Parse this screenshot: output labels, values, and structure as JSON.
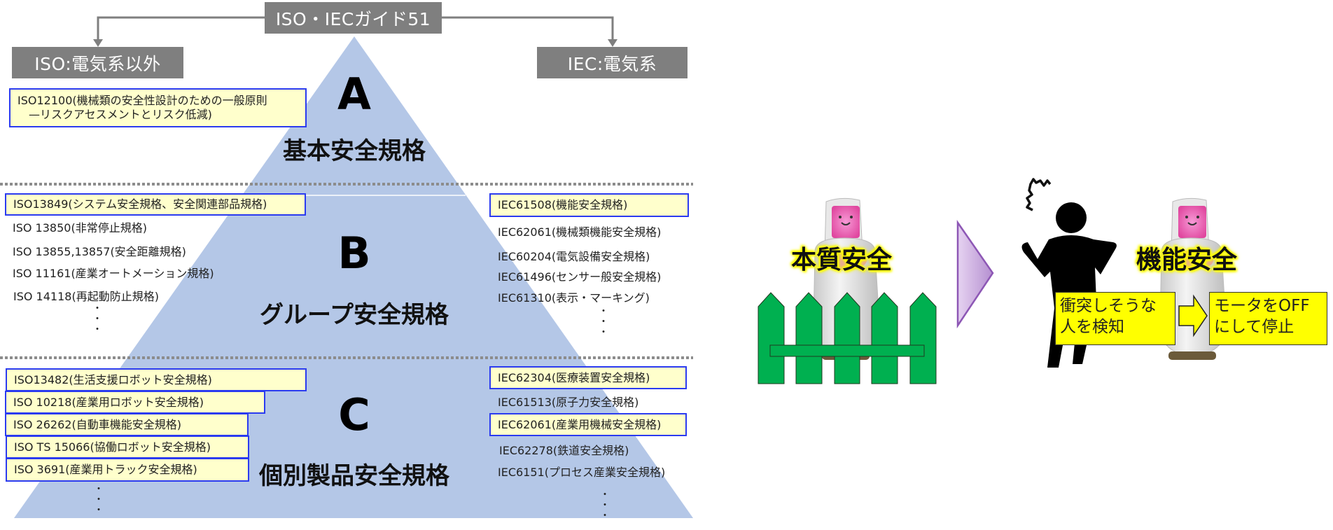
{
  "top": {
    "guide_label": "ISO・IECガイド51",
    "iso_label": "ISO:電気系以外",
    "iec_label": "IEC:電気系"
  },
  "pyramid": {
    "fill_color": "#b4c7e7",
    "tiers": [
      {
        "letter": "A",
        "title": "基本安全規格",
        "iso_items": [
          {
            "text": "ISO12100(機械類の安全性設計のための一般原則",
            "text2": "　—リスクアセスメントとリスク低減)",
            "highlighted": true
          }
        ],
        "iec_items": []
      },
      {
        "letter": "B",
        "title": "グループ安全規格",
        "iso_items": [
          {
            "text": "ISO13849(システム安全規格、安全関連部品規格)",
            "highlighted": true
          },
          {
            "text": "ISO 13850(非常停止規格)",
            "highlighted": false
          },
          {
            "text": "ISO 13855,13857(安全距離規格)",
            "highlighted": false
          },
          {
            "text": "ISO 11161(産業オートメーション規格)",
            "highlighted": false
          },
          {
            "text": "ISO 14118(再起動防止規格)",
            "highlighted": false
          }
        ],
        "iec_items": [
          {
            "text": "IEC61508(機能安全規格)",
            "highlighted": true
          },
          {
            "text": "IEC62061(機械類機能安全規格)",
            "highlighted": false
          },
          {
            "text": "IEC60204(電気設備安全規格)",
            "highlighted": false
          },
          {
            "text": "IEC61496(センサー般安全規格)",
            "highlighted": false
          },
          {
            "text": "IEC61310(表示・マーキング)",
            "highlighted": false
          }
        ],
        "ellipsis": "・"
      },
      {
        "letter": "C",
        "title": "個別製品安全規格",
        "iso_items": [
          {
            "text": "ISO13482(生活支援ロボット安全規格)",
            "highlighted": true
          },
          {
            "text": "ISO 10218(産業用ロボット安全規格)",
            "highlighted": true
          },
          {
            "text": "ISO 26262(自動車機能安全規格)",
            "highlighted": true
          },
          {
            "text": "ISO TS 15066(協働ロボット安全規格)",
            "highlighted": true
          },
          {
            "text": "ISO 3691(産業用トラック安全規格)",
            "highlighted": true
          }
        ],
        "iec_items": [
          {
            "text": "IEC62304(医療装置安全規格)",
            "highlighted": true
          },
          {
            "text": "IEC61513(原子力安全規格)",
            "highlighted": false
          },
          {
            "text": "IEC62061(産業用機械安全規格)",
            "highlighted": true
          },
          {
            "text": "IEC62278(鉄道安全規格)",
            "highlighted": false
          },
          {
            "text": "IEC6151(プロセス産業安全規格)",
            "highlighted": false
          }
        ],
        "ellipsis": "・"
      }
    ]
  },
  "illustration": {
    "inherent_safety_label": "本質安全",
    "functional_safety_label": "機能安全",
    "detect_text_line1": "衝突しそうな",
    "detect_text_line2": "人を検知",
    "stop_text_line1": "モータをOFF",
    "stop_text_line2": "にして停止",
    "fence_color": "#00b050",
    "arrow_color": "#c9a0dc",
    "callout_color": "#ffff00",
    "icons": [
      "robot-icon",
      "fence-icon",
      "next-arrow-icon",
      "person-icon",
      "surprise-icon",
      "right-arrow-icon"
    ]
  }
}
